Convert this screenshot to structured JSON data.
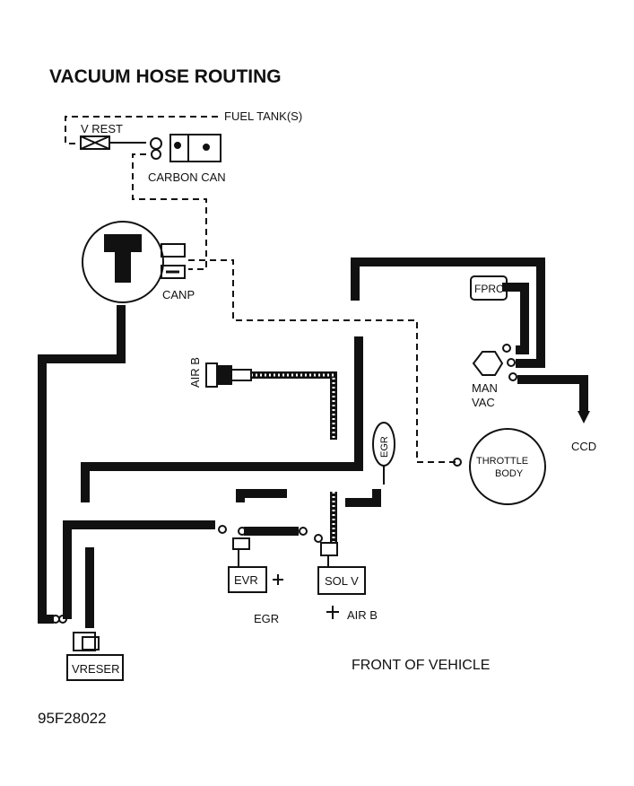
{
  "title": "VACUUM HOSE ROUTING",
  "figure_id": "95F28022",
  "labels": {
    "fuel_tank": "FUEL TANK(S)",
    "v_rest": "V REST",
    "carbon_can": "CARBON CAN",
    "canp": "CANP",
    "air_b_top": "AIR B",
    "fprc": "FPRC",
    "man_vac_1": "MAN",
    "man_vac_2": "VAC",
    "ccd": "CCD",
    "egr_bubble": "EGR",
    "throttle_1": "THROTTLE",
    "throttle_2": "BODY",
    "evr": "EVR",
    "evr_plus": "+",
    "egr_bottom": "EGR",
    "sol_v": "SOL V",
    "sol_plus": "+",
    "air_b_bottom": "AIR B",
    "vreser": "VRESER",
    "front": "FRONT OF VEHICLE"
  },
  "colors": {
    "ink": "#111111",
    "paper": "#ffffff"
  }
}
